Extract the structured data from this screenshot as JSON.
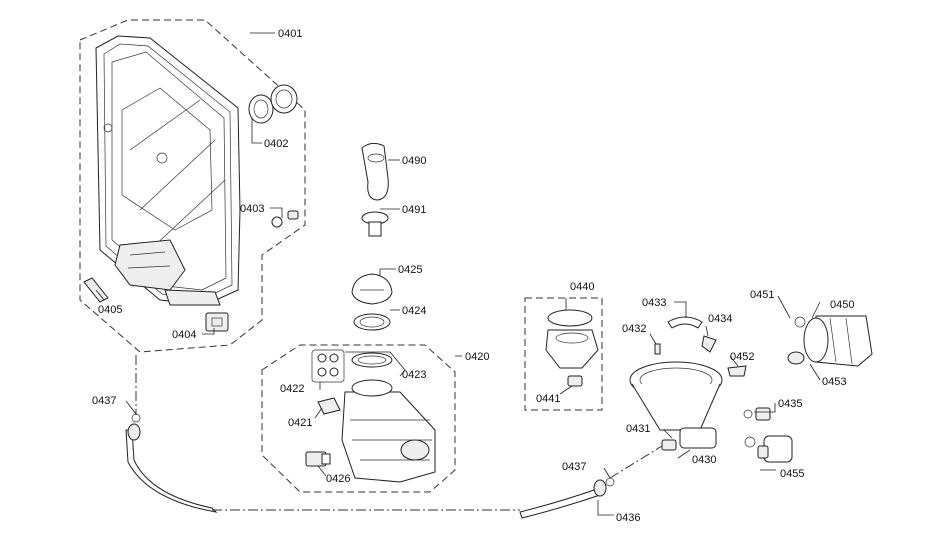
{
  "parts": {
    "p0401": "0401",
    "p0402": "0402",
    "p0403": "0403",
    "p0404": "0404",
    "p0405": "0405",
    "p0490": "0490",
    "p0491": "0491",
    "p0425": "0425",
    "p0424": "0424",
    "p0420": "0420",
    "p0422": "0422",
    "p0423": "0423",
    "p0421": "0421",
    "p0426": "0426",
    "p0440": "0440",
    "p0441": "0441",
    "p0433": "0433",
    "p0432": "0432",
    "p0434": "0434",
    "p0452": "0452",
    "p0451": "0451",
    "p0450": "0450",
    "p0453": "0453",
    "p0435": "0435",
    "p0431": "0431",
    "p0430": "0430",
    "p0455": "0455",
    "p0437a": "0437",
    "p0437b": "0437",
    "p0436": "0436"
  }
}
